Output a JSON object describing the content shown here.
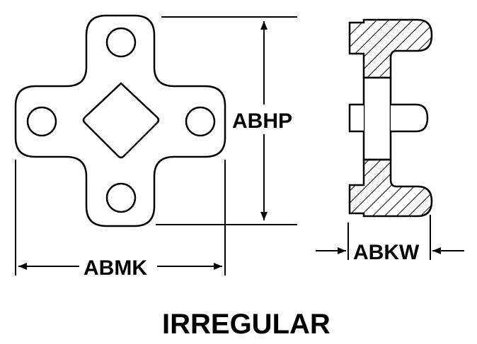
{
  "diagram": {
    "labels": {
      "height": "ABHP",
      "width": "ABMK",
      "thickness": "ABKW"
    },
    "caption": "IRREGULAR"
  },
  "colors": {
    "stroke": "#000000",
    "background": "#ffffff"
  }
}
